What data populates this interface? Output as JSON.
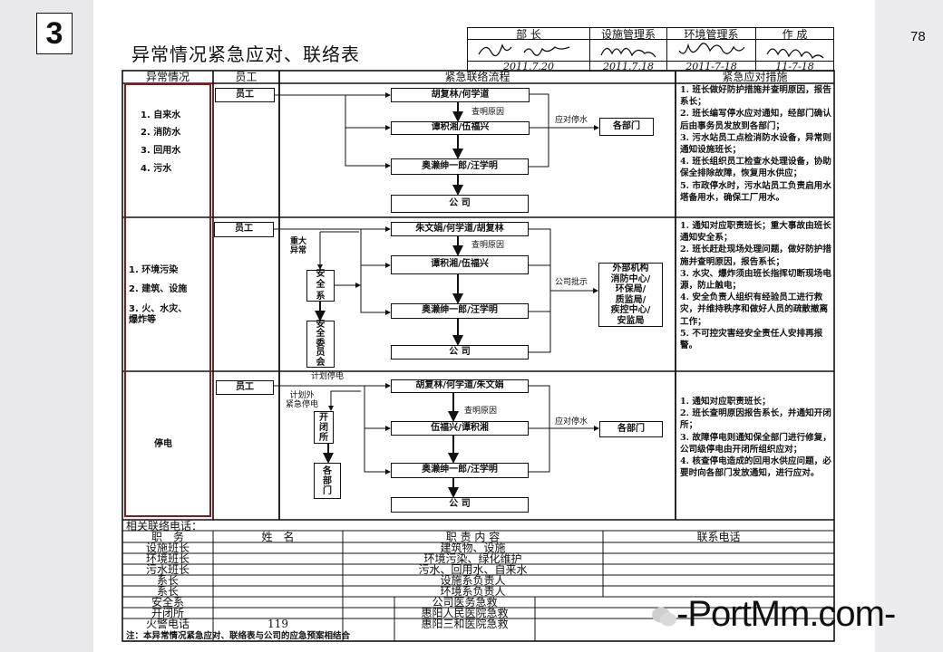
{
  "slide_number": "3",
  "page_number": "78",
  "title": "异常情况紧急应对、联络表",
  "approval": {
    "headers": [
      "部 长",
      "设施管理系",
      "环境管理系",
      "作 成"
    ],
    "signatures": [
      "金杞 133号",
      "伍福兴",
      "谭积湘",
      "胡宇鹏"
    ],
    "dates": [
      "2011.7.20",
      "2011.7.18",
      "2011-7-18",
      "11-7-18"
    ]
  },
  "table_headers": [
    "异常情况",
    "员工",
    "紧急联络流程",
    "紧急应对措施"
  ],
  "sections": [
    {
      "categories": [
        "1. 自来水",
        "2. 消防水",
        "3. 回用水",
        "4. 污水"
      ],
      "staff": "员工",
      "boxes": [
        "胡复林/何学道",
        "谭积湘/伍福兴",
        "奥濑绅一郎/汪学明",
        "公 司"
      ],
      "label_check": "查明原因",
      "label_action": "应对停水",
      "target": "各部门",
      "measures": "1. 班长做好防护措施并查明原因，报告系长；\n2. 班长编写停水应对通知，经部门确认后由事务员发放到各部门；\n3. 污水站员工点检消防水设备，异常则通知设施班长；\n4. 班长组织员工检查水处理设备，协助保全排除故障，恢复用水供应；\n5. 市政停水时，污水站员工负责启用水塔备用水，确保工厂用水。"
    },
    {
      "categories": [
        "1. 环境污染",
        "2. 建筑、设施",
        "3. 火、水灾、\n爆炸等"
      ],
      "staff": "员工",
      "boxes": [
        "朱文娟/何学道/胡复林",
        "谭积湘/伍福兴",
        "奥濑绅一郎/汪学明",
        "公 司"
      ],
      "label_major": "重大\n异常",
      "safety": "安\n全\n系",
      "committee": "安\n全\n委\n员\n会",
      "label_check": "查明原因",
      "label_action": "公司批示",
      "target": "外部机构\n消防中心/\n环保局/\n质监局/\n疾控中心/\n安监局",
      "measures": "1. 通知对应职责班长；重大事故由班长通知安全系；\n2. 班长赶赴现场处理问题，做好防护措施并查明原因，报告系长；\n3. 水灾、爆炸须由班长指挥切断现场电源，防止触电；\n4. 安全负责人组织有经验员工进行救灾，并维持秩序和做好人员的疏散撤离工作；\n5. 不可控灾害经安全责任人安排再报警。"
    },
    {
      "categories": [
        "停电"
      ],
      "staff": "员工",
      "boxes": [
        "胡复林/何学道/朱文娟",
        "伍福兴/谭积湘",
        "奥濑绅一郎/汪学明",
        "公 司"
      ],
      "label_planned": "计划停电",
      "label_unplanned": "计划外\n紧急停电",
      "switch_room": "开\n闭\n所",
      "depts_left": "各\n部\n门",
      "label_check": "查明原因",
      "label_action": "应对停水",
      "target": "各部门",
      "measures": "1. 通知对应职责班长；\n2. 班长查明原因报告系长，并通知开闭所；\n3. 故障停电则通知保全部门进行修复，公司级停电由开闭所组织应对；\n4. 核查停电造成的回用水供应问题，必要时向各部门发放通知，进行应对。"
    }
  ],
  "contacts": {
    "title": "相关联络电话：",
    "headers": [
      "职　务",
      "姓　名",
      "职 责 内 容",
      "联系电话"
    ],
    "rows": [
      {
        "role": "设施班长",
        "name": "",
        "duty": "建筑物、设施"
      },
      {
        "role": "环境班长",
        "name": "",
        "duty": "环境污染、绿化维护"
      },
      {
        "role": "污水班长",
        "name": "",
        "duty": "污水、回用水、自来水"
      },
      {
        "role": "系长",
        "name": "",
        "duty": "设施系负责人"
      },
      {
        "role": "系长",
        "name": "",
        "duty": "环境系负责人"
      },
      {
        "role": "安全系",
        "name": "",
        "duty": "公司医务急救"
      },
      {
        "role": "开闭所",
        "name": "",
        "duty": "惠阳人民医院急救"
      },
      {
        "role": "火警电话",
        "name": "119",
        "duty": "惠阳三和医院急救"
      }
    ]
  },
  "note": "注：本异常情况紧急应对、联络表与公司的应急预案相结合",
  "watermark": "-PortMm.com-",
  "colors": {
    "highlight_border": "#8a1a1a",
    "ink": "#111111",
    "margin": "#e9e9eb"
  }
}
